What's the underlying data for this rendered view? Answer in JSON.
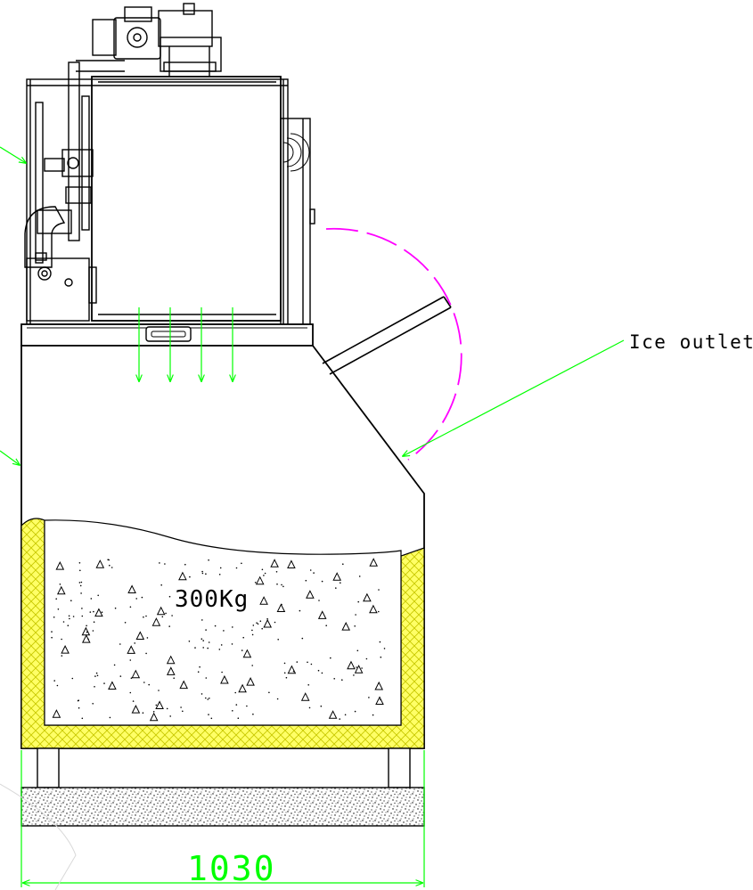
{
  "labels": {
    "ice_outlet": "Ice outlet",
    "capacity": "300Kg",
    "width_dimension": "1030"
  },
  "colors": {
    "line": "#000000",
    "annotation": "#00ff00",
    "door_swing": "#ff00ff",
    "insulation": "#ffff66",
    "insulation_hatch": "#c8c800",
    "background": "#ffffff"
  },
  "icons": {
    "arrows": "dimension-arrow-icon",
    "flow": "flow-arrow-icon"
  }
}
